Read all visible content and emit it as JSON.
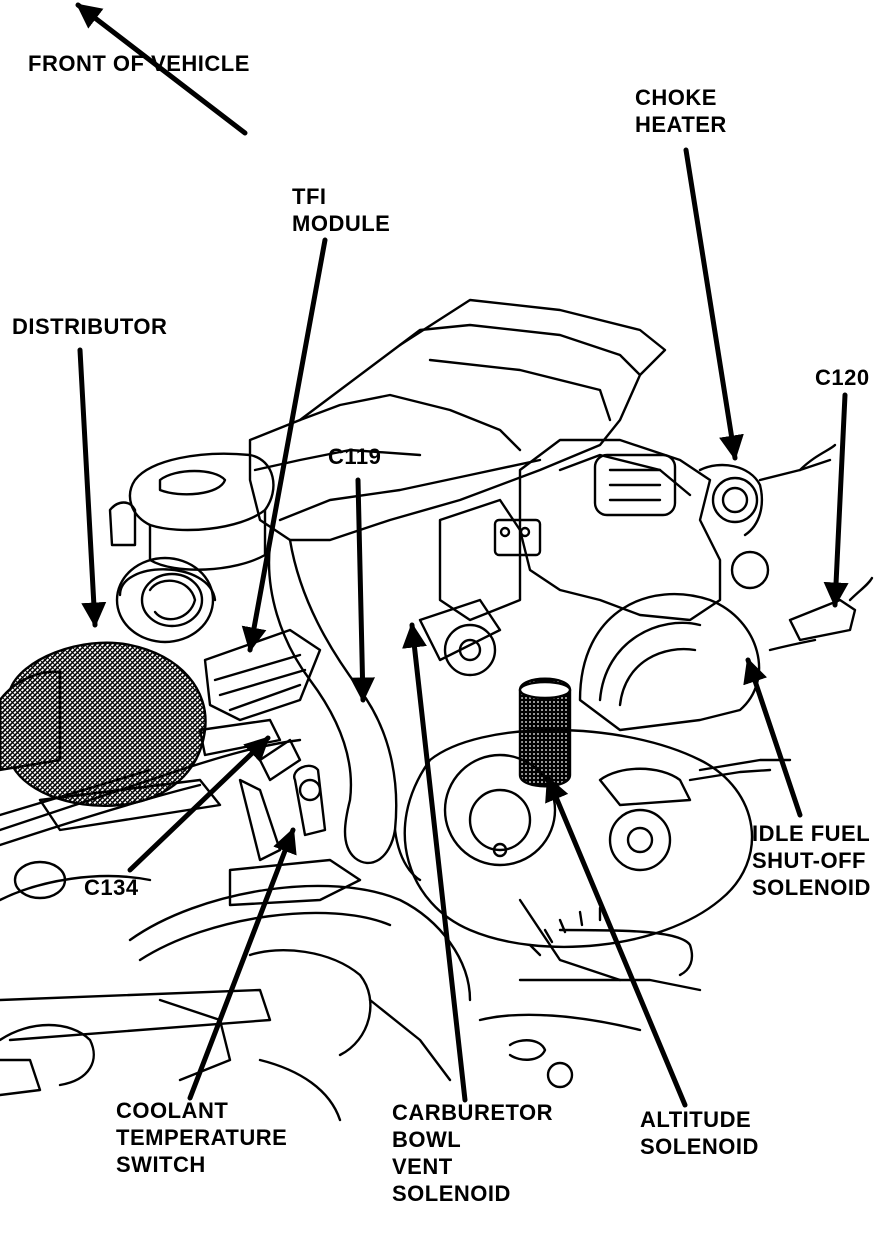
{
  "labels": {
    "front_of_vehicle": "FRONT OF VEHICLE",
    "choke_heater": [
      "CHOKE",
      "HEATER"
    ],
    "tfi_module": [
      "TFI",
      "MODULE"
    ],
    "distributor": "DISTRIBUTOR",
    "c120": "C120",
    "c119": "C119",
    "c134": "C134",
    "idle_fuel_shutoff_solenoid": [
      "IDLE FUEL",
      "SHUT-OFF",
      "SOLENOID"
    ],
    "coolant_temperature_switch": [
      "COOLANT",
      "TEMPERATURE",
      "SWITCH"
    ],
    "carburetor_bowl_vent_solenoid": [
      "CARBURETOR",
      "BOWL",
      "VENT",
      "SOLENOID"
    ],
    "altitude_solenoid": [
      "ALTITUDE",
      "SOLENOID"
    ]
  }
}
